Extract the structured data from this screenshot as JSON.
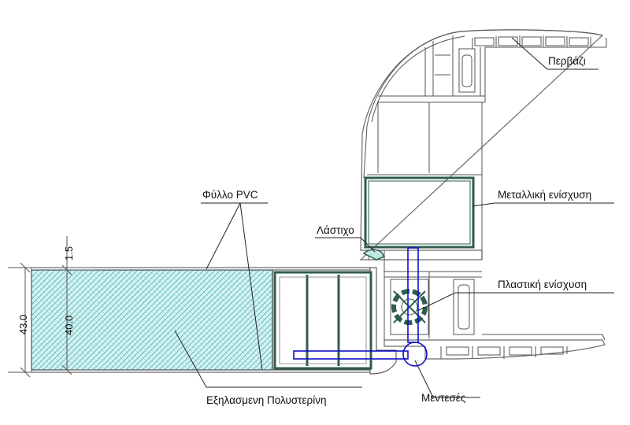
{
  "labels": {
    "sill": "Περβάζι",
    "metal_reinforcement": "Μεταλλική ενίσχυση",
    "pvc_sheet": "Φύλλο PVC",
    "gasket": "Λάστιχο",
    "plastic_reinforcement": "Πλαστική ενίσχυση",
    "extruded_polystyrene": "Εξηλασμενη Πολυστερίνη",
    "hinges": "Μεντεσές"
  },
  "dimensions": {
    "overall_thickness": "43.0",
    "core_thickness": "40.0",
    "skin_thickness": "1.5"
  },
  "colors": {
    "insulation_fill": "#d7f3f3",
    "insulation_hatch": "#4fb5b5",
    "reinforcement": "#2e5d4b",
    "hinge": "#1010c8"
  }
}
